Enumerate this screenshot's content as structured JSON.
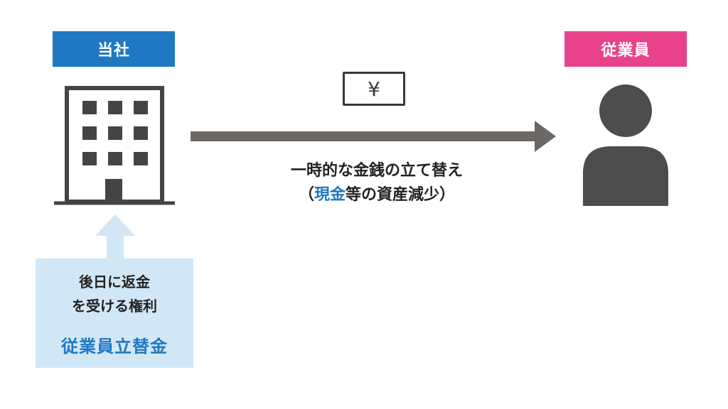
{
  "company": {
    "label": "当社",
    "color": "#1f78c1"
  },
  "employee": {
    "label": "従業員",
    "color": "#e8438a"
  },
  "money_icon": {
    "symbol": "¥"
  },
  "transfer": {
    "line1": "一時的な金銭の立て替え",
    "line2_open": "（",
    "line2_highlight": "現金",
    "line2_rest": "等の資産減少）"
  },
  "right": {
    "line1": "後日に返金",
    "line2": "を受ける権利",
    "account": "従業員立替金"
  },
  "colors": {
    "arrow": "#6b6764",
    "icon": "#444444",
    "light_blue": "#d2e7f6"
  }
}
